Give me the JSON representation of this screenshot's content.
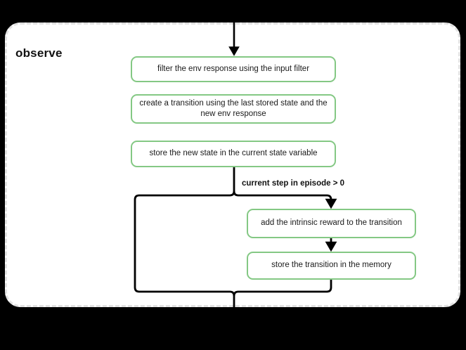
{
  "diagram": {
    "type": "flowchart",
    "background_color": "#000000",
    "group": {
      "title": "observe",
      "border_style": "dashed",
      "border_color": "#e2e2e2",
      "fill_color": "#ffffff"
    },
    "node_style": {
      "border_color": "#84c884",
      "fill_color": "#ffffff",
      "text_color": "#1a1a1a"
    },
    "nodes": [
      {
        "id": "filter",
        "label": "filter the env response using the input filter"
      },
      {
        "id": "create",
        "label": "create a transition using the last stored state and the new env response"
      },
      {
        "id": "store_state",
        "label": "store the new state in the current state variable"
      },
      {
        "id": "intrinsic",
        "label": "add the intrinsic reward to the transition"
      },
      {
        "id": "store_trans",
        "label": "store the transition in the memory"
      }
    ],
    "edges": [
      {
        "from": "entry",
        "to": "filter",
        "label": ""
      },
      {
        "from": "store_state",
        "to": "intrinsic",
        "label": "current step in episode > 0"
      },
      {
        "from": "intrinsic",
        "to": "store_trans",
        "label": ""
      },
      {
        "from": "store_state",
        "to": "exit",
        "label": ""
      },
      {
        "from": "store_trans",
        "to": "exit",
        "label": ""
      }
    ],
    "branch_label": "current step in episode > 0"
  }
}
